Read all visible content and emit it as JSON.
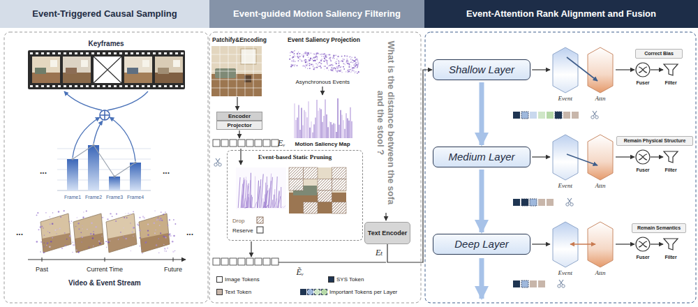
{
  "diagram": {
    "nodes": [
      {
        "text": [
          "Event-Triggered Causal Sampling"
        ]
      },
      {
        "text": [
          "Event-guided Motion Saliency Filtering"
        ]
      },
      {
        "text": [
          "Event-Attention Rank Alignment and Fusion"
        ]
      },
      {
        "text": [
          "Encoder"
        ]
      },
      {
        "text": [
          "Projector"
        ]
      },
      {
        "text": [
          "Event-based Static Pruning"
        ]
      },
      {
        "text": [
          "Text Encoder"
        ]
      },
      {
        "text": [
          "Shallow Layer"
        ]
      },
      {
        "text": [
          "Correct Bias"
        ]
      },
      {
        "text": [
          "Medium Layer"
        ]
      },
      {
        "text": [
          "Remain Physical Structure"
        ]
      },
      {
        "text": [
          "Deep Layer"
        ]
      },
      {
        "text": [
          "Remain Semantics"
        ]
      }
    ],
    "edges": [
      {
        "from": 6,
        "to": 7,
        "arrow": "to"
      },
      {
        "from": 7,
        "to": 9,
        "arrow": "to"
      },
      {
        "from": 9,
        "to": 11,
        "arrow": "to"
      }
    ],
    "labels": [
      "Keyframes",
      "...",
      "Frame1",
      "Frame2",
      "Frame3",
      "Frame4",
      "...",
      "...",
      "...",
      "Past",
      "Current Time",
      "Future",
      "Video & Event Stream",
      "Patchify&Encoding",
      "Event Saliency Projection",
      "Asynchronous Events",
      "What is the distance between the sofa and the stool ?",
      "Eᵥ",
      "Motion Saliency Map",
      "Drop",
      "Reserve",
      "Eₜ",
      "Ẽᵥ",
      "Event",
      "Attn",
      "Fuser",
      "Filter",
      "Event",
      "Attn",
      "Fuser",
      "Filter",
      "Event",
      "Attn",
      "Fuser",
      "Filter"
    ],
    "legend": [
      {
        "text": "Image Tokens",
        "color": "#ffffff"
      },
      {
        "text": "Text Token",
        "color": "#c8b6aa"
      },
      {
        "text": "SYS Token",
        "color": "#1f3552"
      },
      {
        "text": "Important Tokens per Layer"
      }
    ]
  }
}
